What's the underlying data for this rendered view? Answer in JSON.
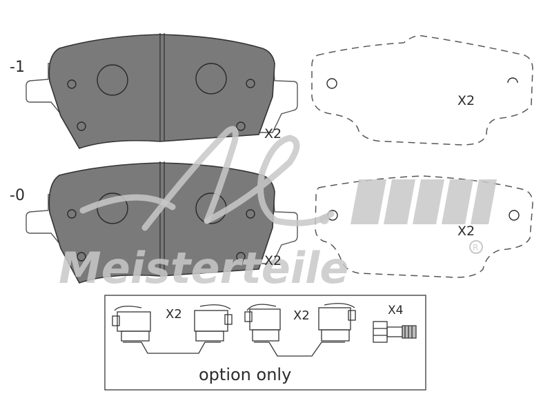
{
  "labels": {
    "row_top_marker": "-1",
    "row_bottom_marker": "-0",
    "pad_top_qty": "X2",
    "pad_bottom_qty": "X2",
    "shim_top_qty": "X2",
    "shim_bottom_qty": "X2",
    "clip_left_qty": "X2",
    "clip_right_qty": "X2",
    "bolt_qty": "X4",
    "option_text": "option only"
  },
  "watermark": {
    "brand": "Meisterteile",
    "registered": "R"
  },
  "colors": {
    "pad_fill": "#7a7a7a",
    "outline": "#333333",
    "watermark": "#c8c8c8"
  }
}
